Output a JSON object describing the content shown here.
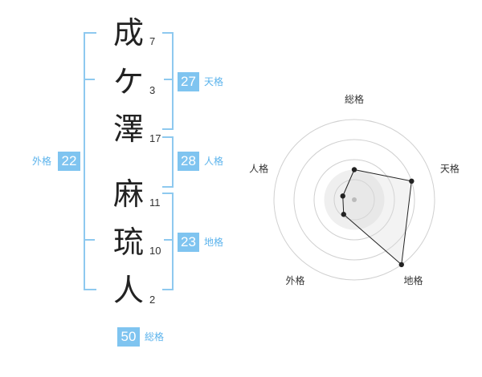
{
  "name": {
    "characters": [
      {
        "char": "成",
        "strokes": "7"
      },
      {
        "char": "ケ",
        "strokes": "3"
      },
      {
        "char": "澤",
        "strokes": "17"
      },
      {
        "char": "麻",
        "strokes": "11"
      },
      {
        "char": "琉",
        "strokes": "10"
      },
      {
        "char": "人",
        "strokes": "2"
      }
    ]
  },
  "kakusu": {
    "tenkaku": {
      "value": "27",
      "label": "天格"
    },
    "jinkaku": {
      "value": "28",
      "label": "人格"
    },
    "chikaku": {
      "value": "23",
      "label": "地格"
    },
    "gaikaku": {
      "value": "22",
      "label": "外格"
    },
    "soukaku": {
      "value": "50",
      "label": "総格"
    }
  },
  "colors": {
    "accent": "#7fc4f0",
    "bracket": "#8ec9ef",
    "label": "#5bb3ec"
  },
  "chart_data": {
    "type": "radar",
    "axes": [
      "総格",
      "天格",
      "地格",
      "外格",
      "人格"
    ],
    "range": [
      0,
      4
    ],
    "rings": 4,
    "values": [
      1.5,
      3,
      4,
      0.9,
      0.6
    ],
    "grid": true,
    "legend": "none"
  }
}
